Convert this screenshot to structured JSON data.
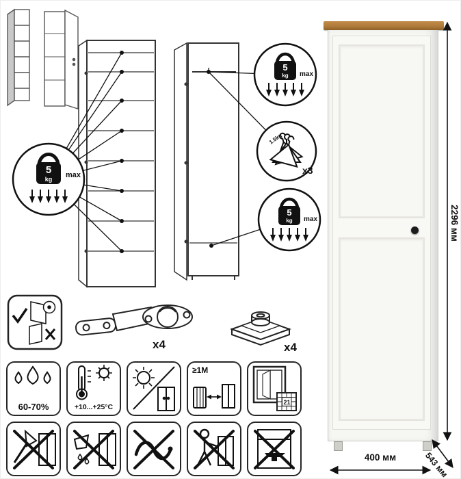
{
  "meta": {
    "background": "#ffffff"
  },
  "product": {
    "dim_height": "2296 мм",
    "dim_width": "400 мм",
    "dim_depth": "543 мм"
  },
  "load_badge": {
    "value": "5",
    "unit": "kg",
    "max_label": "max"
  },
  "hanger_badge": {
    "count": "x3",
    "load": "1.5kg"
  },
  "hardware": {
    "hinge_qty": "x4",
    "foot_qty": "x4"
  },
  "conditions": {
    "humidity": "60-70%",
    "temperature": "+10...+25°C",
    "distance": "≥1M",
    "window_label": "21"
  },
  "colors": {
    "wood_accent": "#b07c3c",
    "line": "#1a1a1a"
  }
}
